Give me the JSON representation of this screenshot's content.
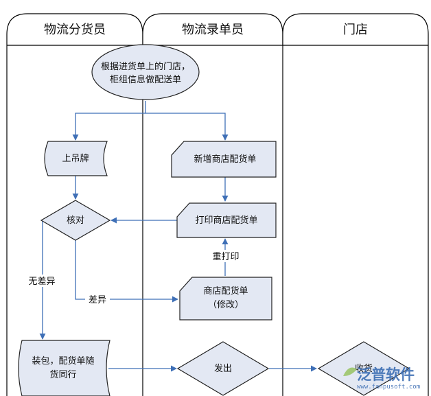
{
  "lanes": [
    {
      "title": "物流分货员"
    },
    {
      "title": "物流录单员"
    },
    {
      "title": "门店"
    }
  ],
  "nodes": {
    "start": {
      "lines": [
        "根据进货单上的门店，",
        "柜组信息做配送单"
      ]
    },
    "hang_tag": {
      "lines": [
        "上吊牌"
      ]
    },
    "new_delivery": {
      "lines": [
        "新增商店配货单"
      ]
    },
    "check": {
      "lines": [
        "核对"
      ]
    },
    "print_delivery": {
      "lines": [
        "打印商店配货单"
      ]
    },
    "modify_delivery": {
      "lines": [
        "商店配货单",
        "（修改）"
      ]
    },
    "pack": {
      "lines": [
        "装包，配货单随",
        "货同行"
      ]
    },
    "ship": {
      "lines": [
        "发出"
      ]
    },
    "receive": {
      "lines": [
        "收货"
      ]
    }
  },
  "edges": {
    "reprint": "重打印",
    "no_diff": "无差异",
    "diff": "差异"
  },
  "watermark": {
    "brand": "泛普软件",
    "url": "www.fanpusoft.com"
  },
  "colors": {
    "fill": "#e3e8f3",
    "stroke": "#222222",
    "arrow": "#3e6fb6",
    "lane_line": "#000000"
  }
}
